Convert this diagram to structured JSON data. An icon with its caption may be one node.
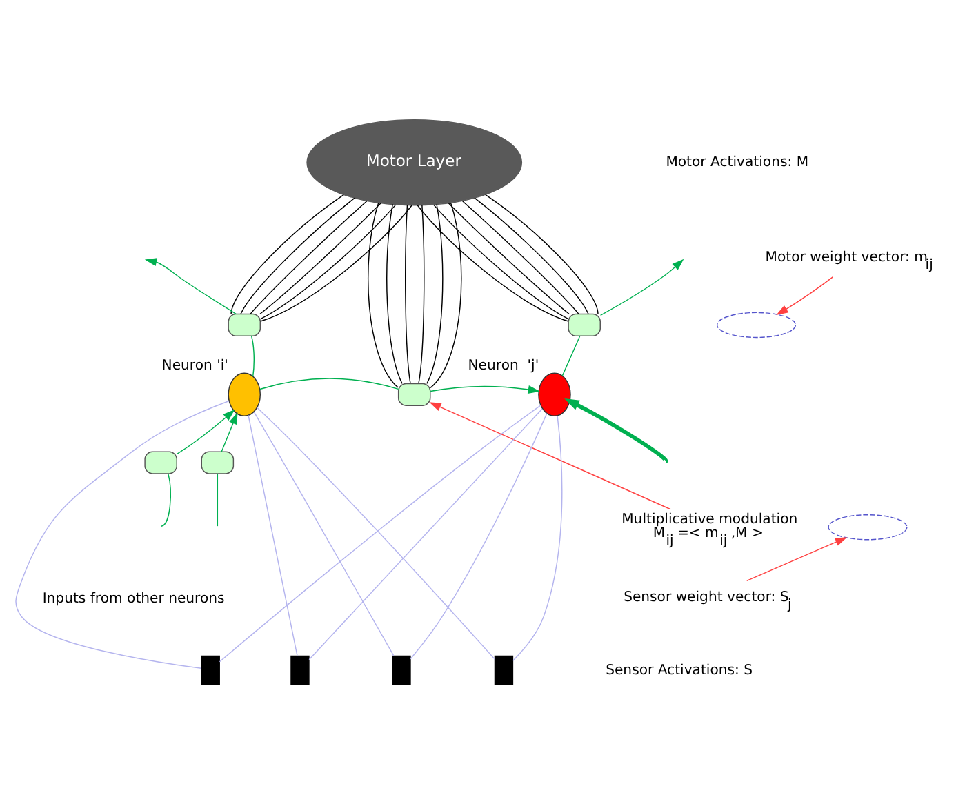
{
  "diagram": {
    "nodes": [
      {
        "text": [
          "Motor Layer"
        ]
      },
      {
        "text": [],
        "shape": "box"
      },
      {
        "text": [],
        "shape": "circle",
        "beside": [
          "Neuron 'i'"
        ]
      },
      {
        "text": [],
        "shape": "box"
      },
      {
        "text": [],
        "shape": "circle",
        "beside": [
          "Neuron  'j'"
        ]
      },
      {
        "text": [],
        "shape": "box"
      },
      {
        "text": [],
        "shape": "box"
      },
      {
        "text": [],
        "shape": "box"
      },
      {
        "text": [],
        "shape": "ellipse"
      },
      {
        "text": [],
        "shape": "ellipse"
      },
      {
        "text": [],
        "shape": "bar"
      },
      {
        "text": [],
        "shape": "bar"
      },
      {
        "text": [],
        "shape": "bar"
      },
      {
        "text": [],
        "shape": "bar"
      },
      {
        "text": [
          "Motor weight vector: m$_{ij}$"
        ]
      },
      {
        "text": [
          "Multiplicative modulation",
          "M$_{ij}$ =< m$_{ij}$ ,M >"
        ]
      },
      {
        "text": [
          "Sensor weight vector: S$_{j}$"
        ]
      }
    ],
    "edges": [
      {
        "from": 0,
        "to": 1,
        "arrow": "none"
      },
      {
        "from": 0,
        "to": 1,
        "arrow": "none"
      },
      {
        "from": 0,
        "to": 1,
        "arrow": "none"
      },
      {
        "from": 0,
        "to": 1,
        "arrow": "none"
      },
      {
        "from": 0,
        "to": 1,
        "arrow": "none"
      },
      {
        "from": 0,
        "to": 1,
        "arrow": "none"
      },
      {
        "from": 0,
        "to": 3,
        "arrow": "none"
      },
      {
        "from": 0,
        "to": 3,
        "arrow": "none"
      },
      {
        "from": 0,
        "to": 3,
        "arrow": "none"
      },
      {
        "from": 0,
        "to": 3,
        "arrow": "none"
      },
      {
        "from": 0,
        "to": 3,
        "arrow": "none"
      },
      {
        "from": 0,
        "to": 3,
        "arrow": "none"
      },
      {
        "from": 0,
        "to": 5,
        "arrow": "none"
      },
      {
        "from": 0,
        "to": 5,
        "arrow": "none"
      },
      {
        "from": 0,
        "to": 5,
        "arrow": "none"
      },
      {
        "from": 0,
        "to": 5,
        "arrow": "none"
      },
      {
        "from": 0,
        "to": 5,
        "arrow": "none"
      },
      {
        "from": 0,
        "to": 5,
        "arrow": "none"
      },
      {
        "from": 2,
        "to": 1,
        "arrow": "none",
        "color": "#00b050"
      },
      {
        "from": 1,
        "to": null,
        "arrow": "to",
        "color": "#00b050"
      },
      {
        "from": 2,
        "to": 3,
        "arrow": "none",
        "color": "#00b050"
      },
      {
        "from": 3,
        "to": 4,
        "arrow": "to",
        "color": "#00b050"
      },
      {
        "from": 4,
        "to": 5,
        "arrow": "none",
        "color": "#00b050"
      },
      {
        "from": 5,
        "to": null,
        "arrow": "to",
        "color": "#00b050"
      },
      {
        "from": null,
        "to": 6,
        "arrow": "none",
        "color": "#00b050"
      },
      {
        "from": 6,
        "to": 2,
        "arrow": "to",
        "color": "#00b050"
      },
      {
        "from": null,
        "to": 7,
        "arrow": "none",
        "color": "#00b050"
      },
      {
        "from": 7,
        "to": 2,
        "arrow": "to",
        "color": "#00b050"
      },
      {
        "from": null,
        "to": 4,
        "arrow": "to",
        "style": "thick",
        "color": "#00b050"
      },
      {
        "from": 2,
        "to": 10,
        "arrow": "none",
        "color": "#b4b4ee"
      },
      {
        "from": 2,
        "to": 11,
        "arrow": "none",
        "color": "#b4b4ee"
      },
      {
        "from": 2,
        "to": 12,
        "arrow": "none",
        "color": "#b4b4ee"
      },
      {
        "from": 2,
        "to": 13,
        "arrow": "none",
        "color": "#b4b4ee"
      },
      {
        "from": 4,
        "to": 10,
        "arrow": "none",
        "color": "#b4b4ee"
      },
      {
        "from": 4,
        "to": 11,
        "arrow": "none",
        "color": "#b4b4ee"
      },
      {
        "from": 4,
        "to": 12,
        "arrow": "none",
        "color": "#b4b4ee"
      },
      {
        "from": 4,
        "to": 13,
        "arrow": "none",
        "color": "#b4b4ee"
      },
      {
        "from": 14,
        "to": 8,
        "arrow": "to",
        "color": "#ff4040"
      },
      {
        "from": 15,
        "to": 3,
        "arrow": "to",
        "color": "#ff4040"
      },
      {
        "from": 16,
        "to": 9,
        "arrow": "to",
        "color": "#ff4040"
      }
    ],
    "labels": [
      "Motor Activations: M",
      "Inputs from other neurons",
      "Sensor Activations: S"
    ]
  }
}
